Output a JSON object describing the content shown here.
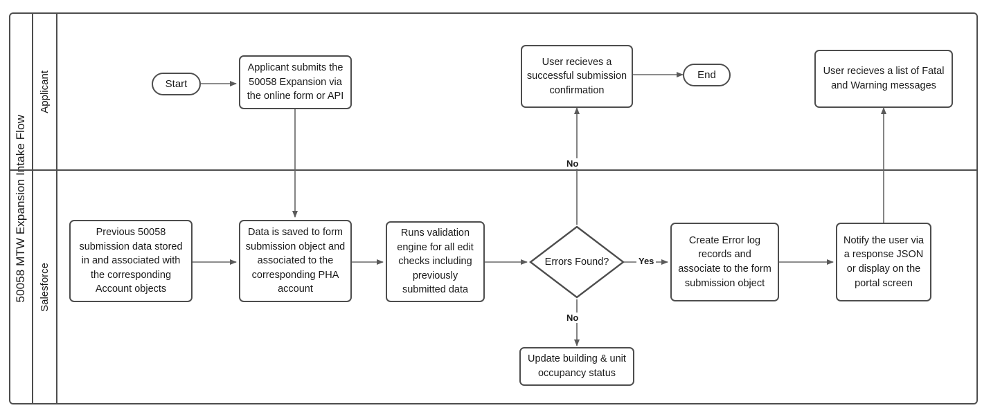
{
  "pool": {
    "title": "50058 MTW Expansion Intake Flow",
    "lanes": [
      {
        "id": "applicant",
        "label": "Applicant"
      },
      {
        "id": "salesforce",
        "label": "Salesforce"
      }
    ]
  },
  "nodes": {
    "start": {
      "label": "Start",
      "shape": "pill",
      "lane": "applicant"
    },
    "applicant_submits": {
      "label": "Applicant submits the 50058 Expansion via the online form or API",
      "shape": "rounded-rect",
      "lane": "applicant"
    },
    "success_confirmation": {
      "label": "User recieves a successful submission confirmation",
      "shape": "rounded-rect",
      "lane": "applicant"
    },
    "end": {
      "label": "End",
      "shape": "pill",
      "lane": "applicant"
    },
    "fatal_warning_list": {
      "label": "User recieves a list of Fatal and Warning messages",
      "shape": "rounded-rect",
      "lane": "applicant"
    },
    "previous_submission": {
      "label": "Previous 50058 submission data stored in and associated with the corresponding Account objects",
      "shape": "rounded-rect",
      "lane": "salesforce"
    },
    "data_saved": {
      "label": "Data is saved to form submission object and associated to the corresponding PHA account",
      "shape": "rounded-rect",
      "lane": "salesforce"
    },
    "validation_engine": {
      "label": "Runs validation engine for all edit checks including previously submitted data",
      "shape": "rounded-rect",
      "lane": "salesforce"
    },
    "errors_found": {
      "label": "Errors Found?",
      "shape": "diamond",
      "lane": "salesforce"
    },
    "create_error_log": {
      "label": "Create Error log records and associate to the form submission object",
      "shape": "rounded-rect",
      "lane": "salesforce"
    },
    "notify_user": {
      "label": "Notify the user via a response JSON or display on the portal screen",
      "shape": "rounded-rect",
      "lane": "salesforce"
    },
    "update_occupancy": {
      "label": "Update building & unit occupancy status",
      "shape": "rounded-rect",
      "lane": "salesforce"
    }
  },
  "edge_labels": {
    "errors_no_up": "No",
    "errors_no_down": "No",
    "errors_yes": "Yes"
  },
  "colors": {
    "stroke": "#4d4d4d",
    "edge": "#666666",
    "text": "#1a1a1a",
    "background": "#ffffff"
  }
}
